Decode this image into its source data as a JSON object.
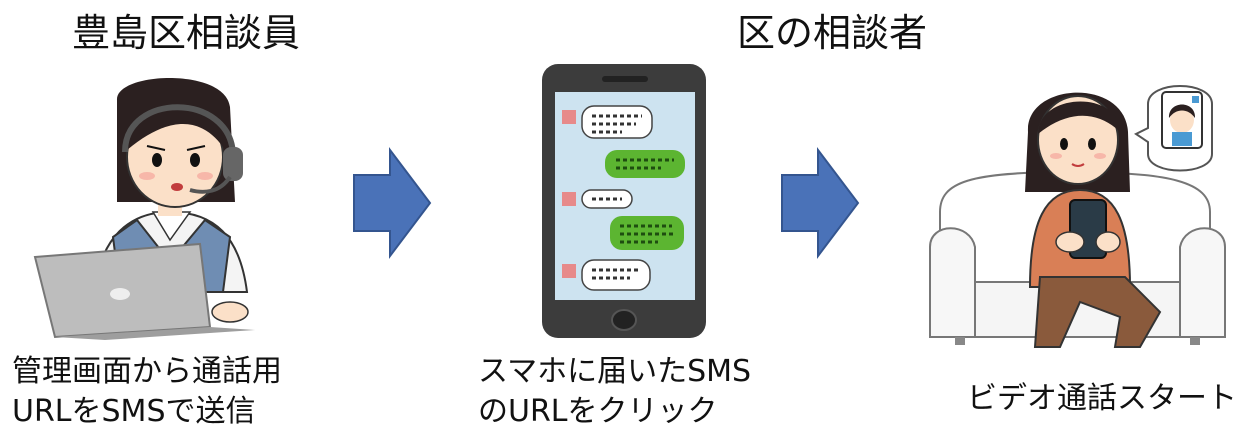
{
  "titles": {
    "left": "豊島区相談員",
    "right": "区の相談者"
  },
  "captions": {
    "left": [
      "管理画面から通話用",
      "URLをSMSで送信"
    ],
    "middle": [
      "スマホに届いたSMS",
      "のURLをクリック"
    ],
    "right": "ビデオ通話スタート"
  },
  "icons": {
    "operator": "operator-with-headset-icon",
    "smartphone": "smartphone-sms-icon",
    "arrow": "right-arrow-icon",
    "consultee": "person-on-sofa-with-phone-icon"
  },
  "colors": {
    "arrow_fill": "#4a72b8",
    "arrow_stroke": "#34558f",
    "phone_body": "#3c3c3c",
    "phone_screen": "#cde3f0",
    "bubble_green": "#5cb531",
    "hair": "#2b2020",
    "skin": "#fbe0c8"
  }
}
